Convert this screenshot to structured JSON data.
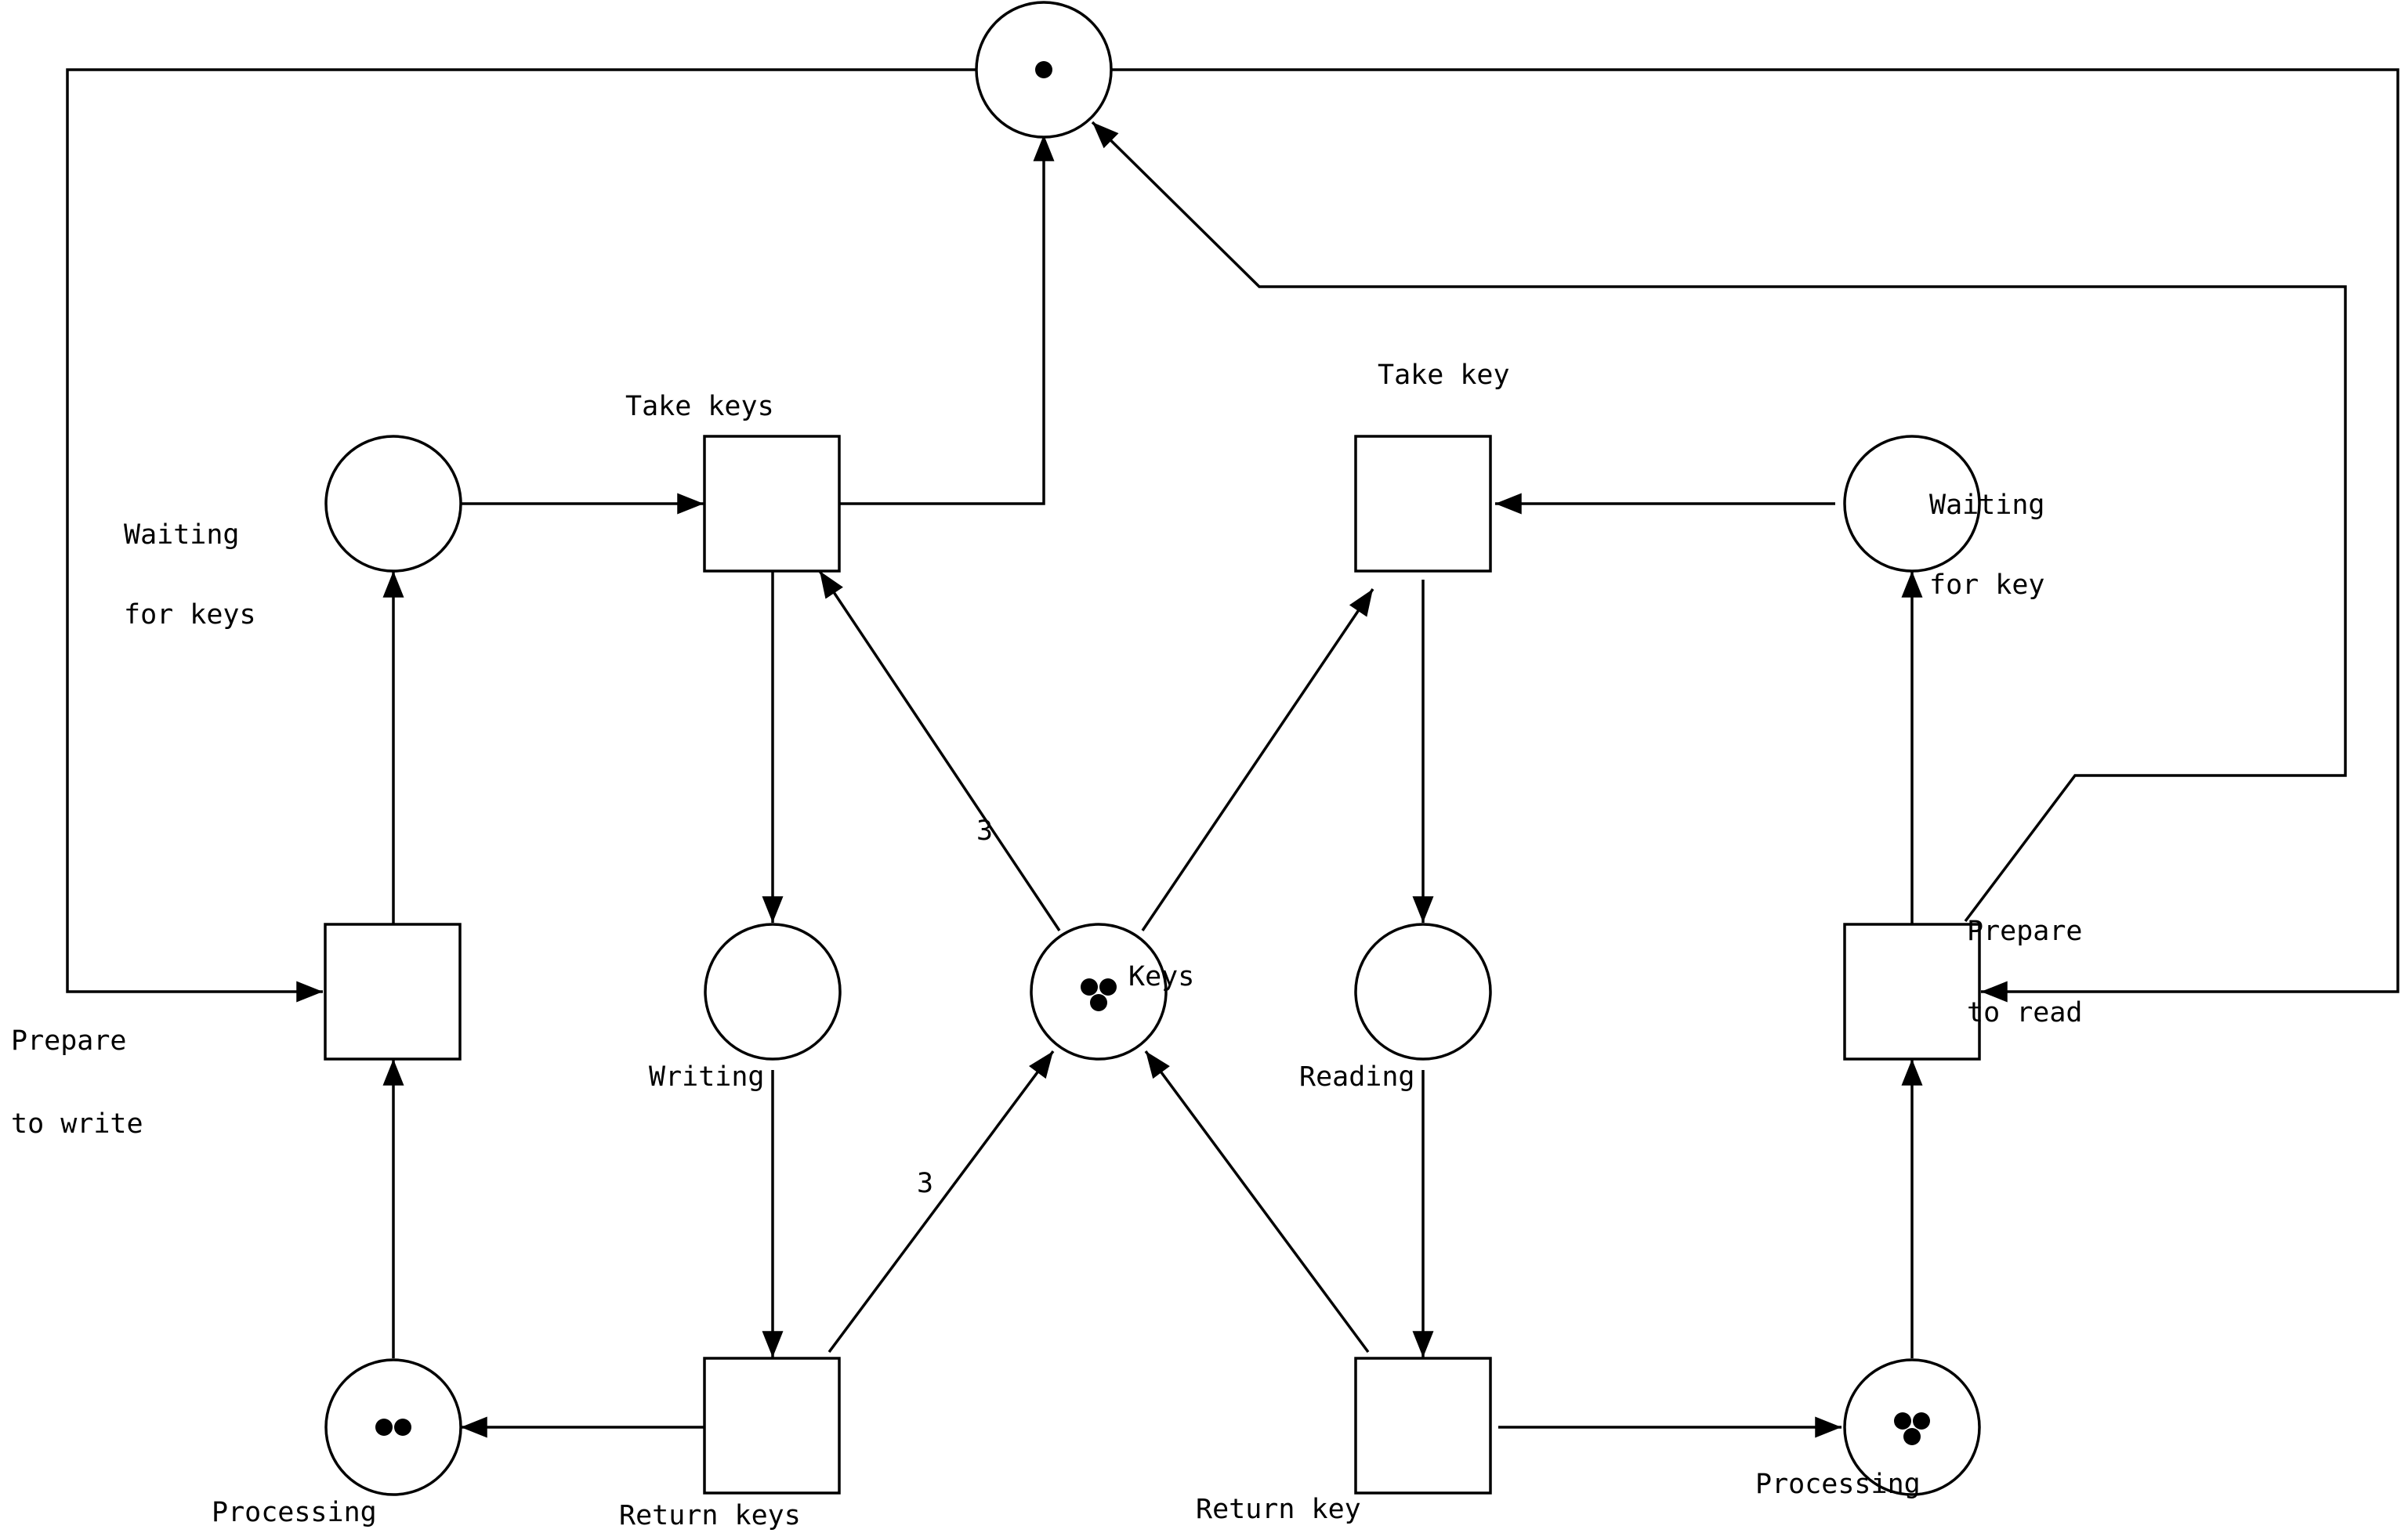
{
  "diagram": {
    "places": {
      "mutex": {
        "tokens": 1
      },
      "waiting_for_keys": {
        "label": [
          "Waiting",
          "for keys"
        ],
        "tokens": 0
      },
      "writing": {
        "label": [
          "Writing"
        ],
        "tokens": 0
      },
      "keys": {
        "label": [
          "Keys"
        ],
        "tokens": 3
      },
      "reading": {
        "label": [
          "Reading"
        ],
        "tokens": 0
      },
      "waiting_for_key": {
        "label": [
          "Waiting",
          "for key"
        ],
        "tokens": 0
      },
      "processing_writers": {
        "label": [
          "Processing"
        ],
        "tokens": 2
      },
      "processing_readers": {
        "label": [
          "Processing"
        ],
        "tokens": 3
      }
    },
    "transitions": {
      "take_keys": {
        "label": [
          "Take keys"
        ]
      },
      "take_key": {
        "label": [
          "Take key"
        ]
      },
      "prepare_to_write": {
        "label": [
          "Prepare",
          "to write"
        ]
      },
      "prepare_to_read": {
        "label": [
          "Prepare",
          "to read"
        ]
      },
      "return_keys": {
        "label": [
          "Return keys"
        ]
      },
      "return_key": {
        "label": [
          "Return key"
        ]
      }
    },
    "arc_weights": {
      "keys_to_take_keys": "3",
      "return_keys_to_keys": "3"
    }
  }
}
